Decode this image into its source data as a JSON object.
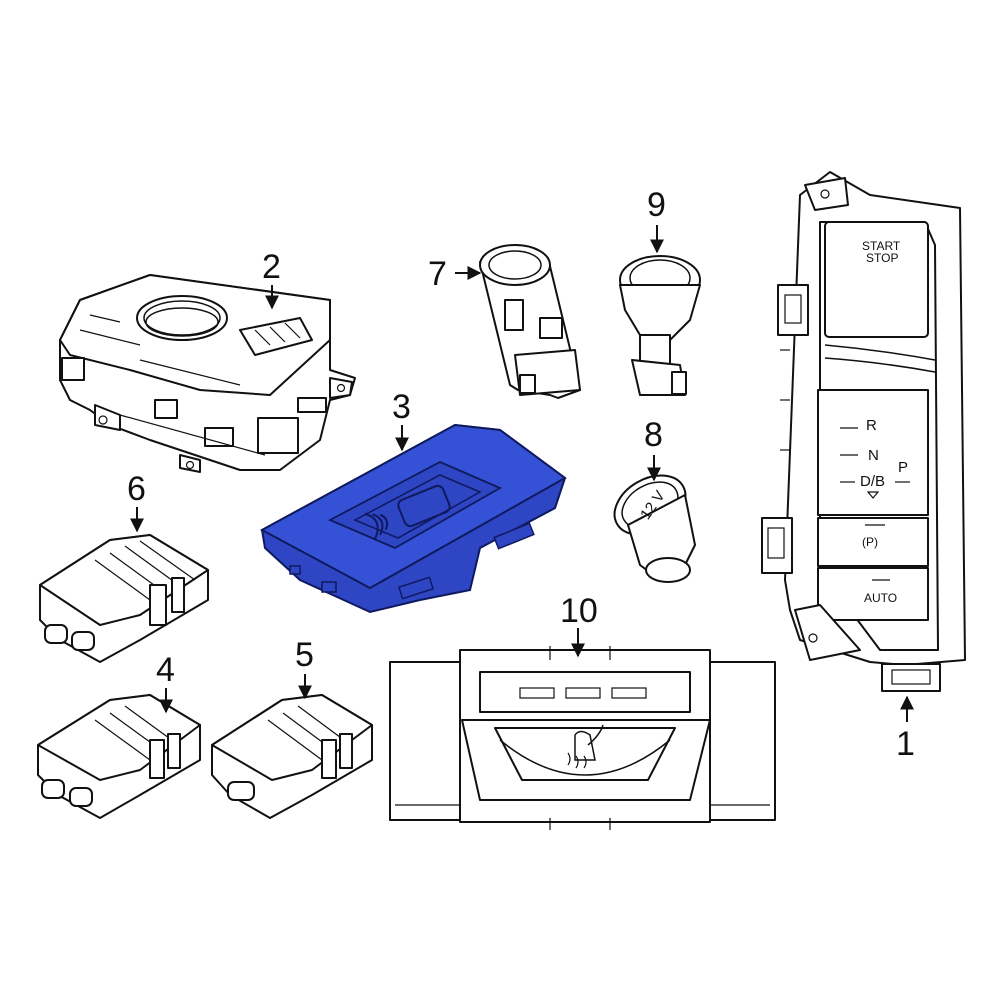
{
  "colors": {
    "highlight_fill": "#2e45c4",
    "highlight_stroke": "#0f1a5e",
    "line": "#111111",
    "background": "#ffffff"
  },
  "callouts": [
    {
      "id": "part-1",
      "number": "1"
    },
    {
      "id": "part-2",
      "number": "2"
    },
    {
      "id": "part-3",
      "number": "3",
      "highlighted": true
    },
    {
      "id": "part-4",
      "number": "4"
    },
    {
      "id": "part-5",
      "number": "5"
    },
    {
      "id": "part-6",
      "number": "6"
    },
    {
      "id": "part-7",
      "number": "7"
    },
    {
      "id": "part-8",
      "number": "8"
    },
    {
      "id": "part-9",
      "number": "9"
    },
    {
      "id": "part-10",
      "number": "10"
    }
  ],
  "part_labels": {
    "start_stop_line1": "START",
    "start_stop_line2": "STOP",
    "gear_r": "R",
    "gear_n": "N",
    "gear_db": "D/B",
    "gear_p": "P",
    "park_symbol": "(P)",
    "auto": "AUTO",
    "socket_12v": "12 V"
  }
}
